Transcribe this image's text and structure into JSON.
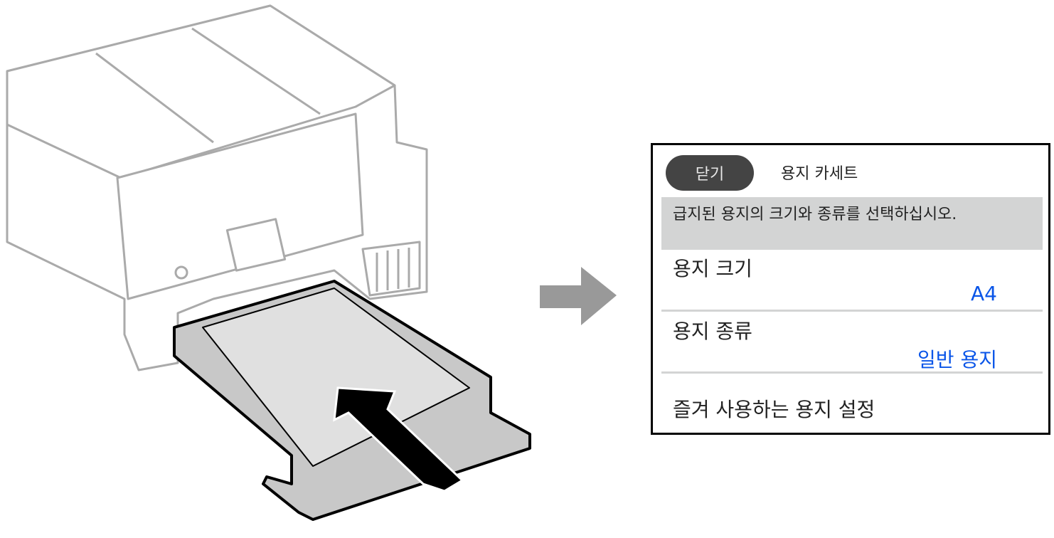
{
  "illustration": {
    "subject": "printer-paper-cassette-insert"
  },
  "panel": {
    "close_button": "닫기",
    "title": "용지 카세트",
    "message": "급지된 용지의 크기와 종류를 선택하십시오.",
    "settings": [
      {
        "label": "용지 크기",
        "value": "A4"
      },
      {
        "label": "용지 종류",
        "value": "일반 용지"
      }
    ],
    "favorite_settings": "즐겨 사용하는 용지 설정",
    "value_color": "#0a55e8"
  }
}
